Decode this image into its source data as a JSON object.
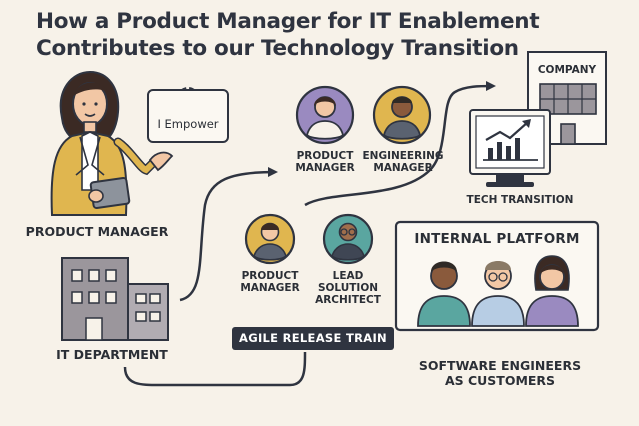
{
  "title_line1": "How a Product Manager for IT Enablement",
  "title_line2": "Contributes to our Technology Transition",
  "product_manager_label": "PRODUCT MANAGER",
  "empower_label": "I Empower",
  "it_department_label": "IT DEPARTMENT",
  "top_roles": {
    "pm_line1": "PRODUCT",
    "pm_line2": "MANAGER",
    "eng_line1": "ENGINEERING",
    "eng_line2": "MANAGER"
  },
  "mid_roles": {
    "pm_line1": "PRODUCT",
    "pm_line2": "MANAGER",
    "lsa_line1": "LEAD",
    "lsa_line2": "SOLUTION",
    "lsa_line3": "ARCHITECT"
  },
  "company_label": "COMPANY",
  "tech_transition_label": "TECH TRANSITION",
  "agile_release_train_label": "AGILE RELEASE TRAIN",
  "internal_platform_label": "INTERNAL PLATFORM",
  "software_engineers_line1": "SOFTWARE ENGINEERS",
  "software_engineers_line2": "AS CUSTOMERS",
  "colors": {
    "background": "#f7f2e9",
    "outline": "#2f3440",
    "mustard": "#e0b64f",
    "purple": "#9a8ac0",
    "teal": "#5aa6a0",
    "lightblue": "#b7cde4",
    "grey": "#9b969c"
  },
  "icons": [
    "gear-icon",
    "chart-icon",
    "arrow-icon",
    "building-icon",
    "avatar-icon"
  ]
}
